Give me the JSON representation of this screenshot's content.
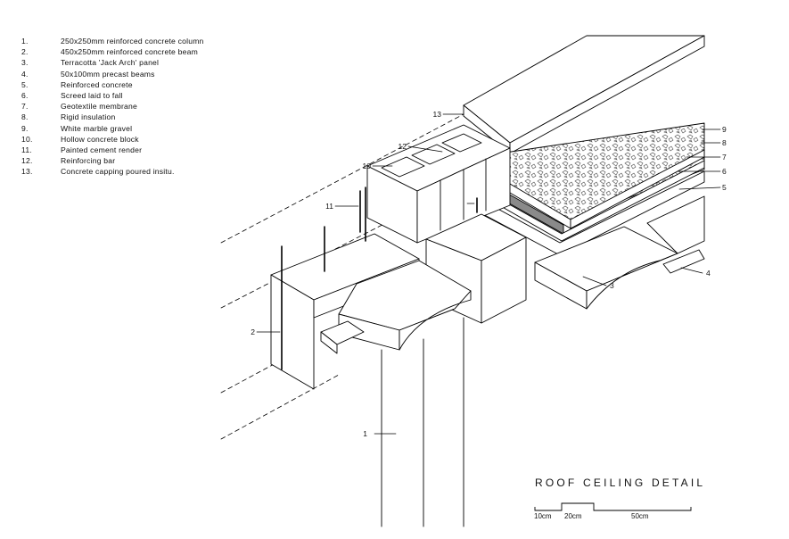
{
  "legend": [
    {
      "num": "1.",
      "text": "250x250mm reinforced concrete column"
    },
    {
      "num": "2.",
      "text": "450x250mm reinforced concrete beam"
    },
    {
      "num": "3.",
      "text": "Terracotta 'Jack Arch' panel"
    },
    {
      "num": "4.",
      "text": "50x100mm precast beams"
    },
    {
      "num": "5.",
      "text": "Reinforced concrete"
    },
    {
      "num": "6.",
      "text": "Screed laid to fall"
    },
    {
      "num": "7.",
      "text": "Geotextile membrane"
    },
    {
      "num": "8.",
      "text": "Rigid insulation"
    },
    {
      "num": "9.",
      "text": "White marble gravel"
    },
    {
      "num": "10.",
      "text": "Hollow concrete block"
    },
    {
      "num": "11.",
      "text": "Painted cement render"
    },
    {
      "num": "12.",
      "text": "Reinforcing bar"
    },
    {
      "num": "13.",
      "text": "Concrete capping poured insitu."
    }
  ],
  "callouts": [
    "1",
    "2",
    "3",
    "4",
    "5",
    "6",
    "7",
    "8",
    "9",
    "10",
    "11",
    "12",
    "13"
  ],
  "title": "ROOF CEILING DETAIL",
  "scale": {
    "labels": [
      "10cm",
      "20cm",
      "50cm"
    ]
  }
}
